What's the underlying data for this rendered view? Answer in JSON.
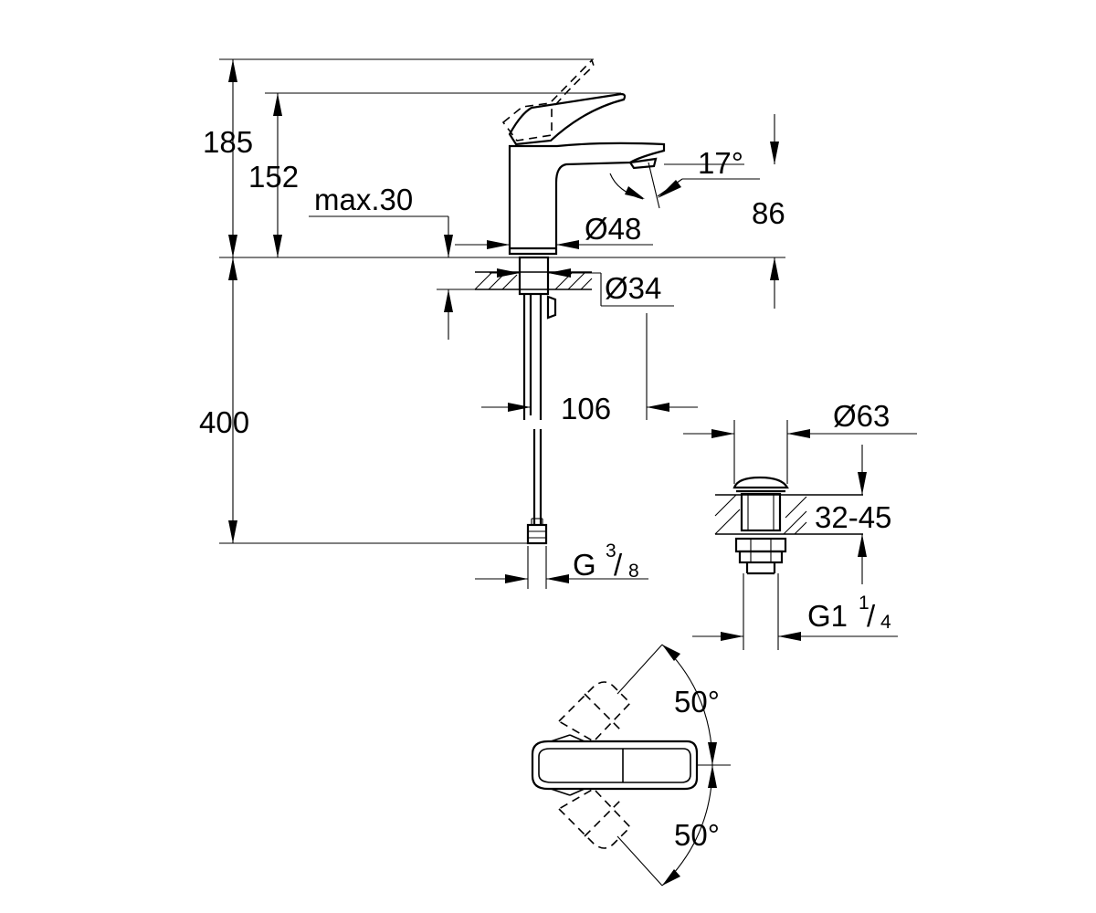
{
  "diagram": {
    "labels": {
      "height_lever_raised": "185",
      "height_spout": "152",
      "max_deck": "max.30",
      "spout_angle": "17°",
      "spout_height": "86",
      "body_diameter": "Ø48",
      "shank_diameter": "Ø34",
      "hose_length": "400",
      "reach": "106",
      "hose_connection": "G",
      "hose_connection_num": "3",
      "hose_connection_den": "8",
      "waste_diameter": "Ø63",
      "basin_thickness": "32-45",
      "waste_thread": "G1",
      "waste_thread_num": "1",
      "waste_thread_den": "4",
      "rotation_left": "50°",
      "rotation_right": "50°"
    }
  }
}
